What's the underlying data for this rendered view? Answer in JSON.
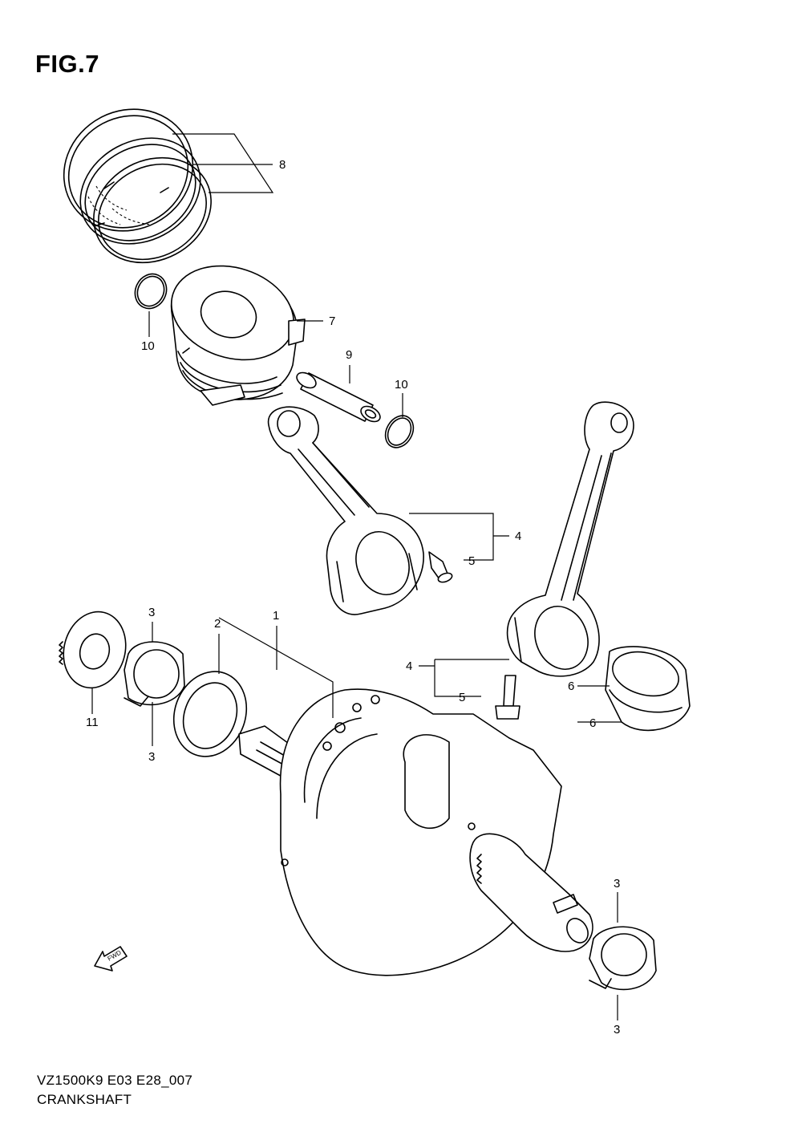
{
  "figure_title": "FIG.7",
  "model_code": "VZ1500K9 E03 E28_007",
  "section_name": "CRANKSHAFT",
  "direction_arrow_label": "FWD",
  "callouts": {
    "c1": "1",
    "c2": "2",
    "c3a": "3",
    "c3b": "3",
    "c3c": "3",
    "c3d": "3",
    "c4a": "4",
    "c4b": "4",
    "c5a": "5",
    "c5b": "5",
    "c6a": "6",
    "c6b": "6",
    "c7": "7",
    "c8": "8",
    "c9": "9",
    "c10a": "10",
    "c10b": "10",
    "c11": "11"
  }
}
